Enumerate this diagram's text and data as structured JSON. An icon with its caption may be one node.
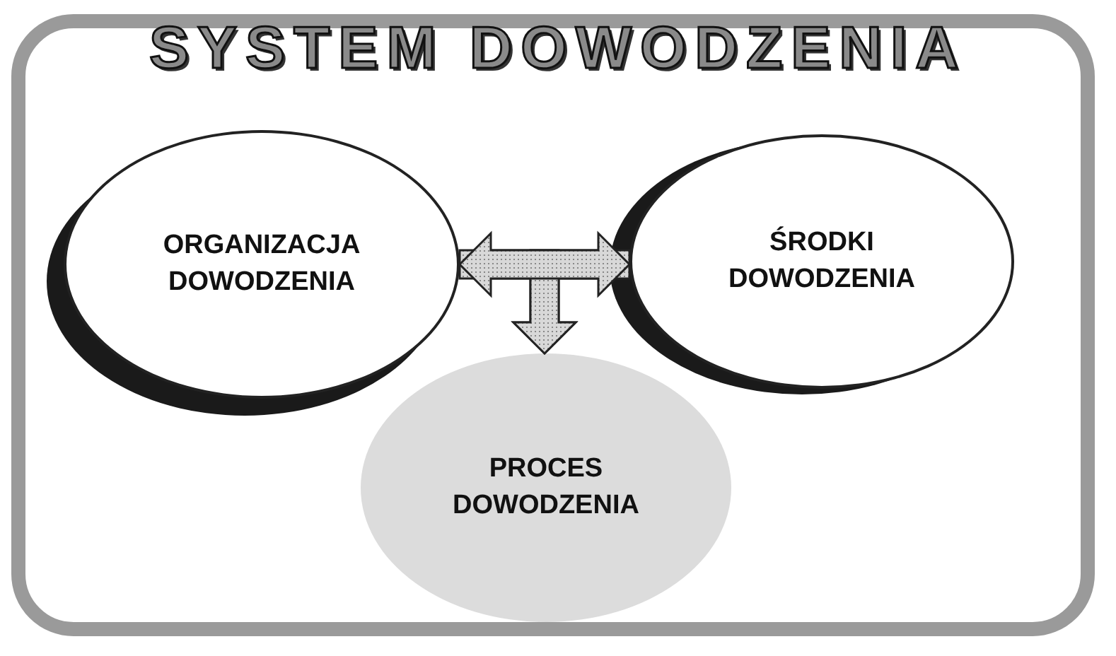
{
  "diagram": {
    "title": "SYSTEM DOWODZENIA",
    "nodes": [
      {
        "text": [
          "ORGANIZACJA DOWODZENIA"
        ]
      },
      {
        "text": [
          "ŚRODKI DOWODZENIA"
        ]
      },
      {
        "text": [
          "PROCES DOWODZENIA"
        ]
      }
    ],
    "edges": [
      {
        "from": 0,
        "to": 1,
        "arrow": "both"
      },
      {
        "from": 0,
        "to": 2,
        "arrow": "to"
      },
      {
        "from": 1,
        "to": 2,
        "arrow": "to"
      }
    ]
  }
}
